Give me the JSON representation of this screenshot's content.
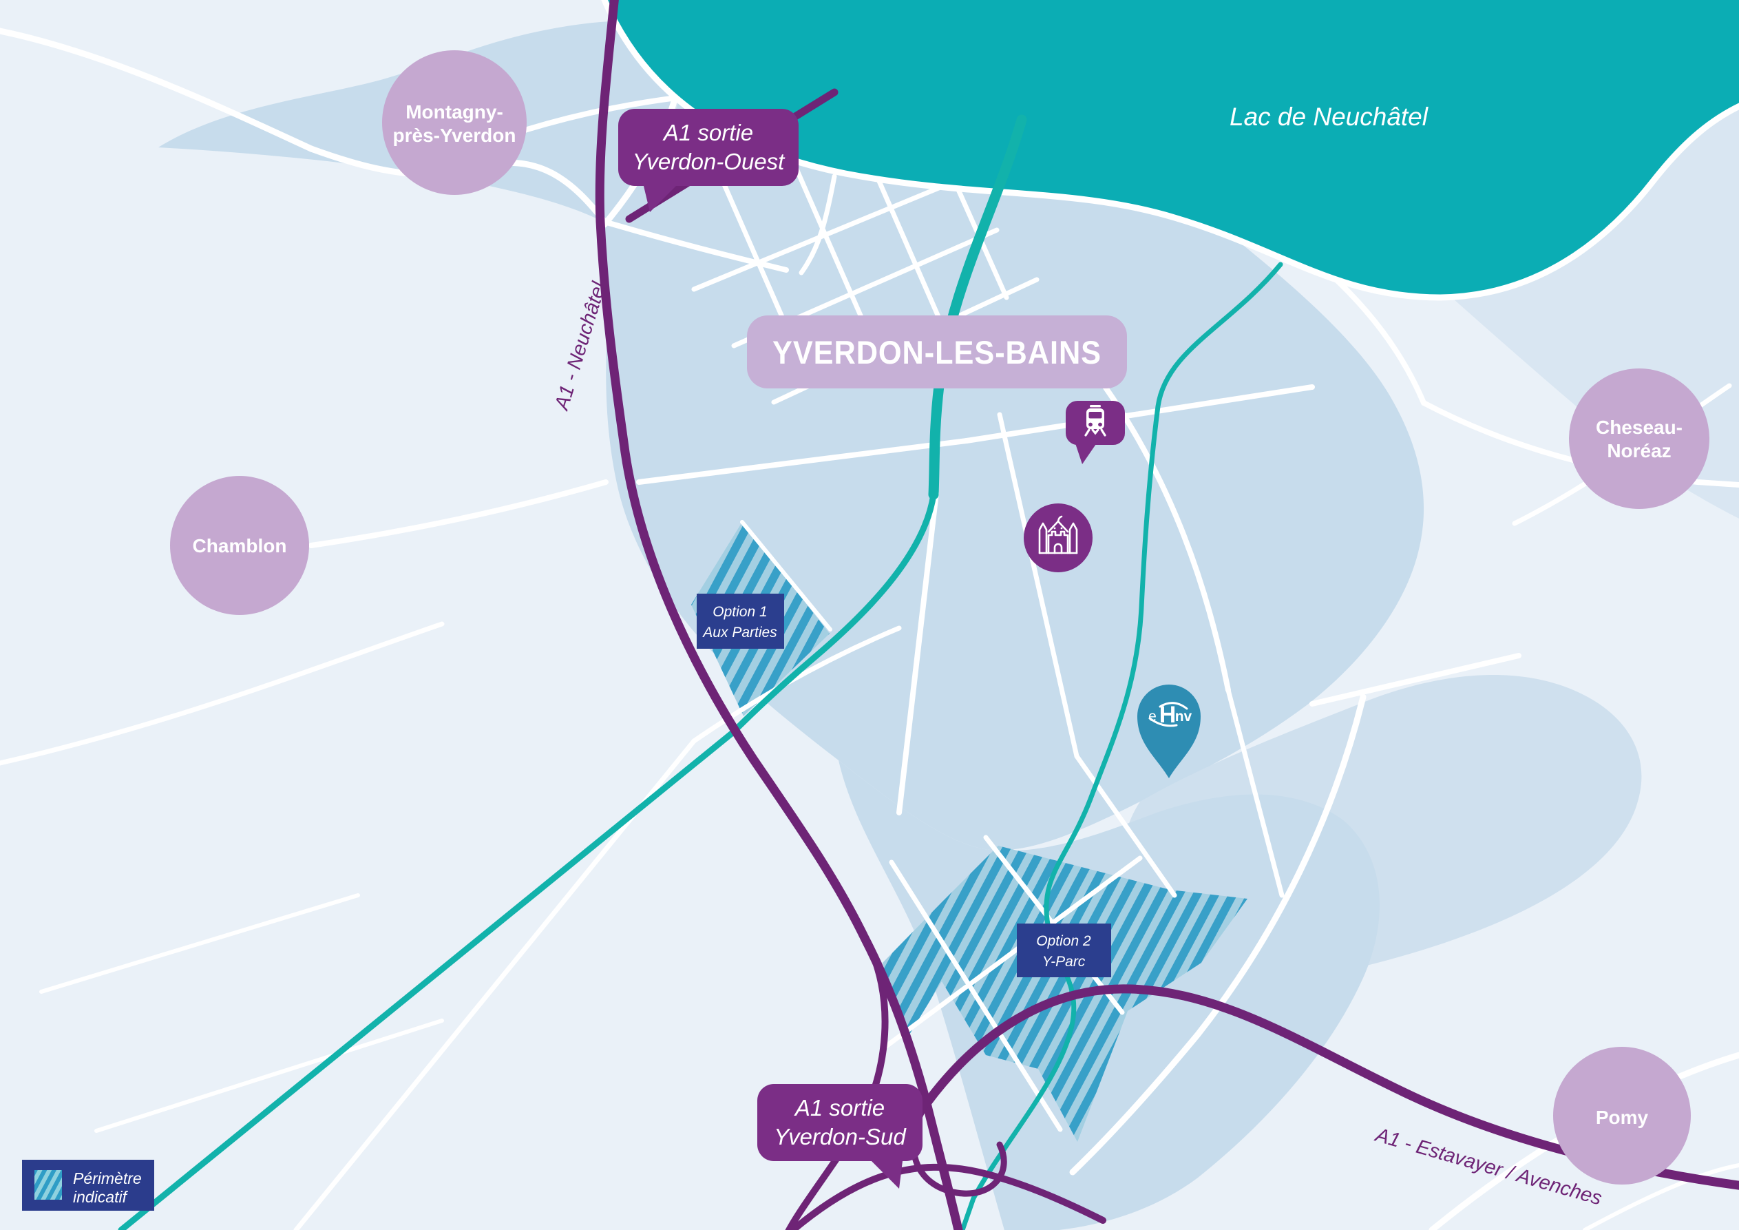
{
  "map": {
    "title": "YVERDON-LES-BAINS",
    "lake": {
      "label": "Lac de Neuchâtel"
    },
    "towns": [
      {
        "id": "montagny",
        "line1": "Montagny-",
        "line2": "près-Yverdon"
      },
      {
        "id": "chamblon",
        "line1": "Chamblon",
        "line2": ""
      },
      {
        "id": "cheseau",
        "line1": "Cheseau-",
        "line2": "Noréaz"
      },
      {
        "id": "pomy",
        "line1": "Pomy",
        "line2": ""
      }
    ],
    "highway_labels": [
      {
        "id": "north",
        "text": "A1 - Neuchâtel"
      },
      {
        "id": "southeast",
        "text": "A1 - Estavayer / Avenches"
      }
    ],
    "exits": [
      {
        "id": "ouest",
        "line1": "A1 sortie",
        "line2": "Yverdon-Ouest"
      },
      {
        "id": "sud",
        "line1": "A1 sortie",
        "line2": "Yverdon-Sud"
      }
    ],
    "options": [
      {
        "id": "option1",
        "line1": "Option 1",
        "line2": "Aux Parties"
      },
      {
        "id": "option2",
        "line1": "Option 2",
        "line2": "Y-Parc"
      }
    ],
    "legend": {
      "line1": "Périmètre",
      "line2": "indicatif"
    },
    "markers": [
      {
        "id": "train-station",
        "icon": "train-station-icon"
      },
      {
        "id": "castle",
        "icon": "castle-icon"
      },
      {
        "id": "ehnv",
        "icon": "ehnv-hospital-pin-icon"
      }
    ],
    "ehnv_logo": {
      "e": "e",
      "h": "H",
      "nv": "nv"
    },
    "colors": {
      "background": "#eaf1f8",
      "urban": "#c7dcec",
      "urban_light": "#d9e6f2",
      "urban_mid": "#cfe0ee",
      "lake_teal": "#0badb4",
      "river_teal": "#12b2ab",
      "highway_purple": "#6e2476",
      "bubble_purple": "#7b2e86",
      "town_lavender": "#c5a8d0",
      "title_lavender": "#c6b0d6",
      "label_navy": "#2b3e8e",
      "hatch_dark": "#38a0c8",
      "hatch_light": "#a3cfe2",
      "ehnv_blue": "#2e8db3",
      "road_white": "#ffffff"
    }
  }
}
